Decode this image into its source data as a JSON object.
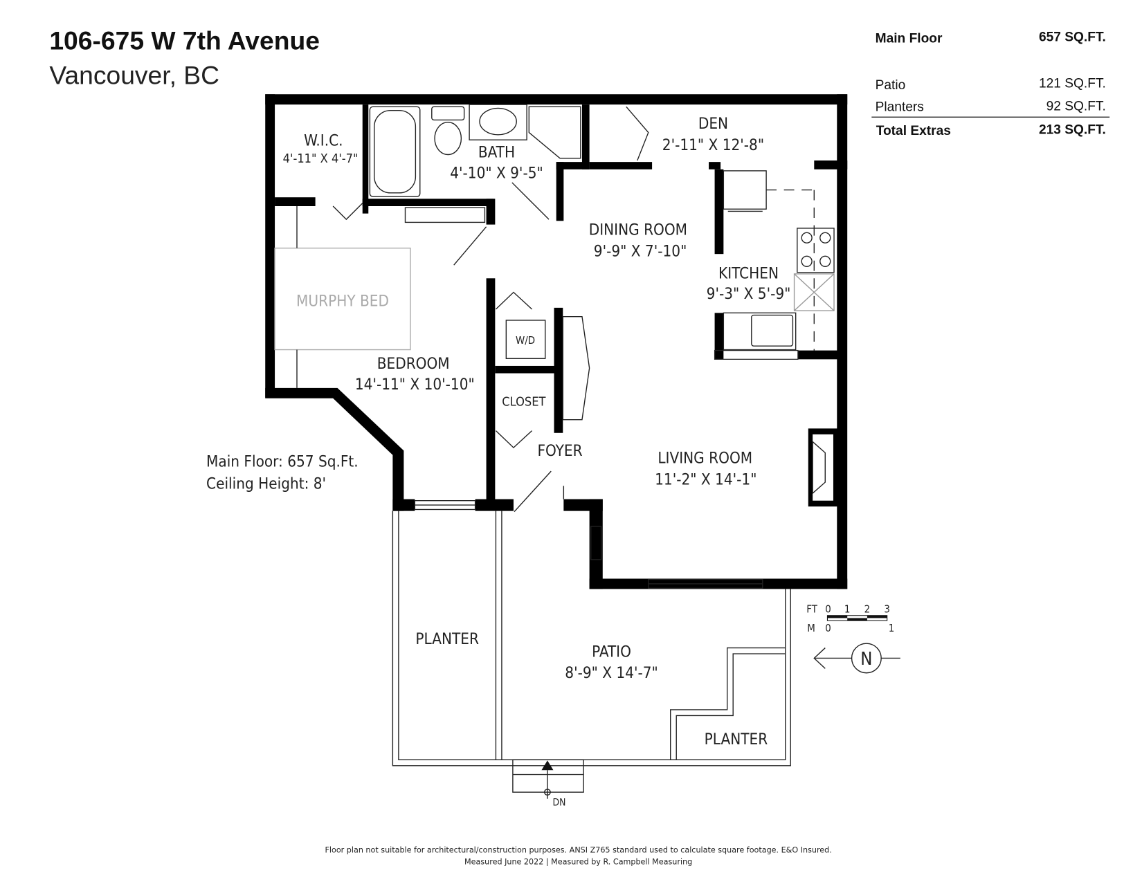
{
  "header": {
    "address": "106-675 W 7th Avenue",
    "city": "Vancouver, BC"
  },
  "area_table": {
    "main": {
      "label": "Main Floor",
      "value": "657 SQ.FT."
    },
    "extras": [
      {
        "label": "Patio",
        "value": "121 SQ.FT."
      },
      {
        "label": "Planters",
        "value": "92 SQ.FT."
      }
    ],
    "total": {
      "label": "Total Extras",
      "value": "213 SQ.FT."
    }
  },
  "rooms": {
    "wic": {
      "name": "W.I.C.",
      "dims": "4'-11\" X 4'-7\""
    },
    "bath": {
      "name": "BATH",
      "dims": "4'-10\" X 9'-5\""
    },
    "den": {
      "name": "DEN",
      "dims": "2'-11\" X 12'-8\""
    },
    "dining": {
      "name": "DINING ROOM",
      "dims": "9'-9\" X 7'-10\""
    },
    "kitchen": {
      "name": "KITCHEN",
      "dims": "9'-3\" X 5'-9\""
    },
    "murphy": "MURPHY BED",
    "bedroom": {
      "name": "BEDROOM",
      "dims": "14'-11\" X 10'-10\""
    },
    "wd": "W/D",
    "closet": "CLOSET",
    "foyer": "FOYER",
    "living": {
      "name": "LIVING ROOM",
      "dims": "11'-2\" X 14'-1\""
    },
    "planter1": "PLANTER",
    "patio": {
      "name": "PATIO",
      "dims": "8'-9\" X 14'-7\""
    },
    "planter2": "PLANTER",
    "dn": "DN"
  },
  "notes": {
    "main_floor": "Main Floor: 657 Sq.Ft.",
    "ceiling": "Ceiling Height: 8'"
  },
  "scale": {
    "ft_label": "FT",
    "ft_ticks": [
      "0",
      "1",
      "2",
      "3"
    ],
    "m_label": "M",
    "m_ticks": [
      "0",
      "1"
    ]
  },
  "compass": {
    "letter": "N"
  },
  "footer": {
    "line1": "Floor plan not suitable for architectural/construction purposes. ANSI Z765 standard used to calculate square footage. E&O Insured.",
    "line2": "Measured June 2022 | Measured by R. Campbell Measuring"
  }
}
